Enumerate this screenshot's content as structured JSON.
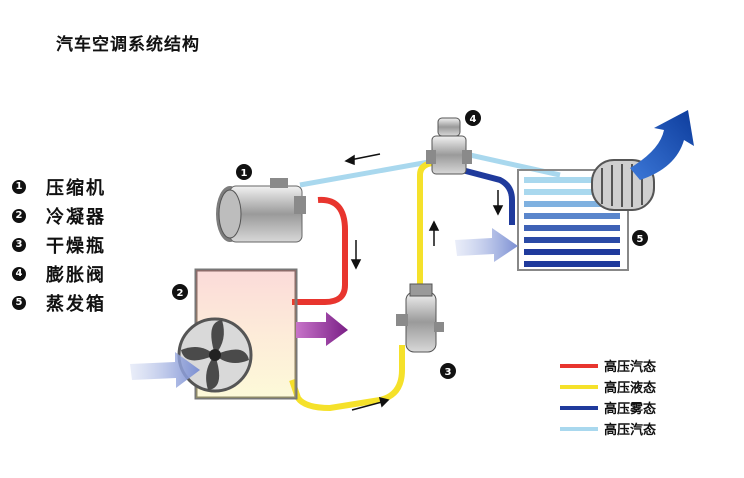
{
  "title": "汽车空调系统结构",
  "parts": [
    {
      "num": "1",
      "label": "压缩机"
    },
    {
      "num": "2",
      "label": "冷凝器"
    },
    {
      "num": "3",
      "label": "干燥瓶"
    },
    {
      "num": "4",
      "label": "膨胀阀"
    },
    {
      "num": "5",
      "label": "蒸发箱"
    }
  ],
  "legend": [
    {
      "label": "高压汽态",
      "color": "#e8352e"
    },
    {
      "label": "高压液态",
      "color": "#f5e12a"
    },
    {
      "label": "高压雾态",
      "color": "#1f3a9c"
    },
    {
      "label": "高压汽态",
      "color": "#a9d8ee"
    }
  ],
  "markers": {
    "m1": "1",
    "m2": "2",
    "m3": "3",
    "m4": "4",
    "m5": "5"
  }
}
